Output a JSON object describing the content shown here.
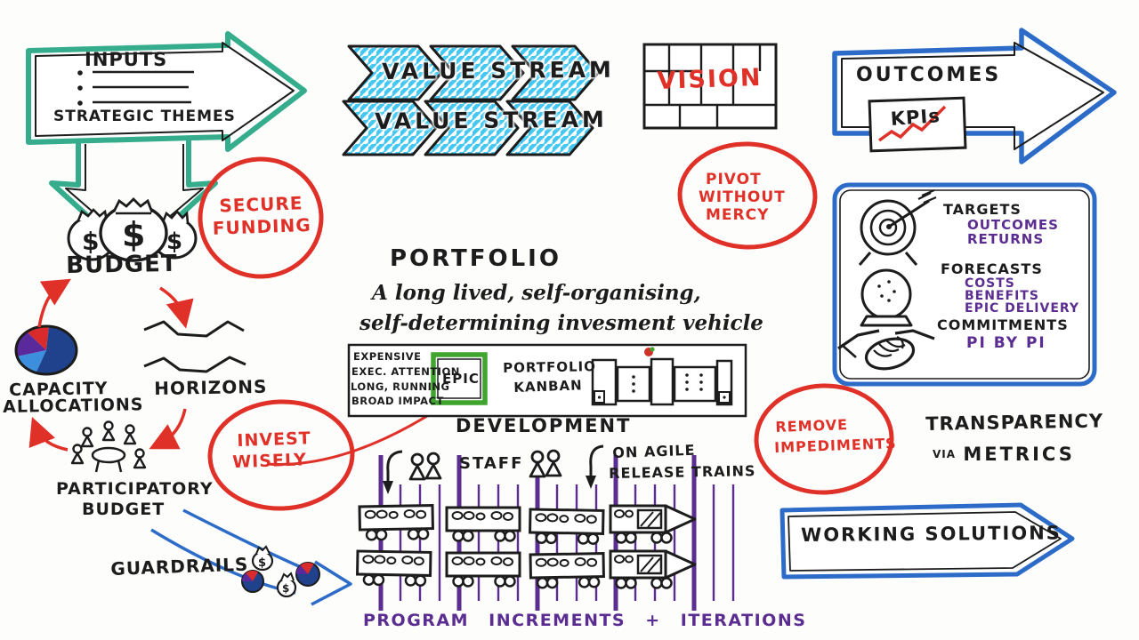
{
  "colors": {
    "teal": "#35ad8c",
    "cyan": "#44c7f2",
    "red": "#e03129",
    "blue": "#2c6cc8",
    "purple": "#5b2d91",
    "green": "#3fa52f",
    "ink": "#1c1c1c",
    "pie_dark_blue": "#20418c",
    "pie_light_blue": "#3c8fdc"
  },
  "symbols": {
    "dollar": "$"
  },
  "inputs_arrow": {
    "title": "INPUTS",
    "subtitle": "STRATEGIC THEMES"
  },
  "budget_label": "BUDGET",
  "secure_funding": {
    "line1": "SECURE",
    "line2": "FUNDING"
  },
  "value_streams": {
    "row1": "VALUE STREAM",
    "row2": "VALUE STREAM"
  },
  "vision": {
    "label": "VISION"
  },
  "pivot": {
    "line1": "PIVOT",
    "line2": "WITHOUT",
    "line3": "MERCY"
  },
  "outcomes": {
    "label": "OUTCOMES",
    "kpis": "KPIs"
  },
  "metrics_panel": {
    "targets": {
      "title": "TARGETS",
      "items": [
        "OUTCOMES",
        "RETURNS"
      ]
    },
    "forecasts": {
      "title": "FORECASTS",
      "items": [
        "COSTS",
        "BENEFITS",
        "EPIC DELIVERY"
      ]
    },
    "commitments": {
      "title": "COMMITMENTS",
      "items": [
        "PI BY PI"
      ]
    }
  },
  "cycle": {
    "capacity_line1": "CAPACITY",
    "capacity_line2": "ALLOCATIONS",
    "horizons": "HORIZONS",
    "participatory_line1": "PARTICIPATORY",
    "participatory_line2": "BUDGET"
  },
  "invest_wisely": {
    "line1": "INVEST",
    "line2": "WISELY"
  },
  "guardrails_label": "GUARDRAILS",
  "portfolio": {
    "title": "PORTFOLIO",
    "desc1": "A long lived, self-organising,",
    "desc2": "self-determining invesment vehicle"
  },
  "epic_box": {
    "attrs": [
      "EXPENSIVE",
      "EXEC. ATTENTION",
      "LONG, RUNNING",
      "BROAD IMPACT"
    ],
    "epic": "EPIC",
    "kanban_line1": "PORTFOLIO",
    "kanban_line2": "KANBAN"
  },
  "development_label": "DEVELOPMENT",
  "trains": {
    "staff": "STAFF",
    "on_agile_line1": "ON AGILE",
    "on_agile_line2": "RELEASE TRAINS",
    "caption": "PROGRAM INCREMENTS + ITERATIONS"
  },
  "remove_impediments": {
    "line1": "REMOVE",
    "line2": "IMPEDIMENTS"
  },
  "transparency": {
    "line1": "TRANSPARENCY",
    "via": "VIA",
    "line2": "METRICS"
  },
  "working_solutions": "WORKING SOLUTIONS"
}
